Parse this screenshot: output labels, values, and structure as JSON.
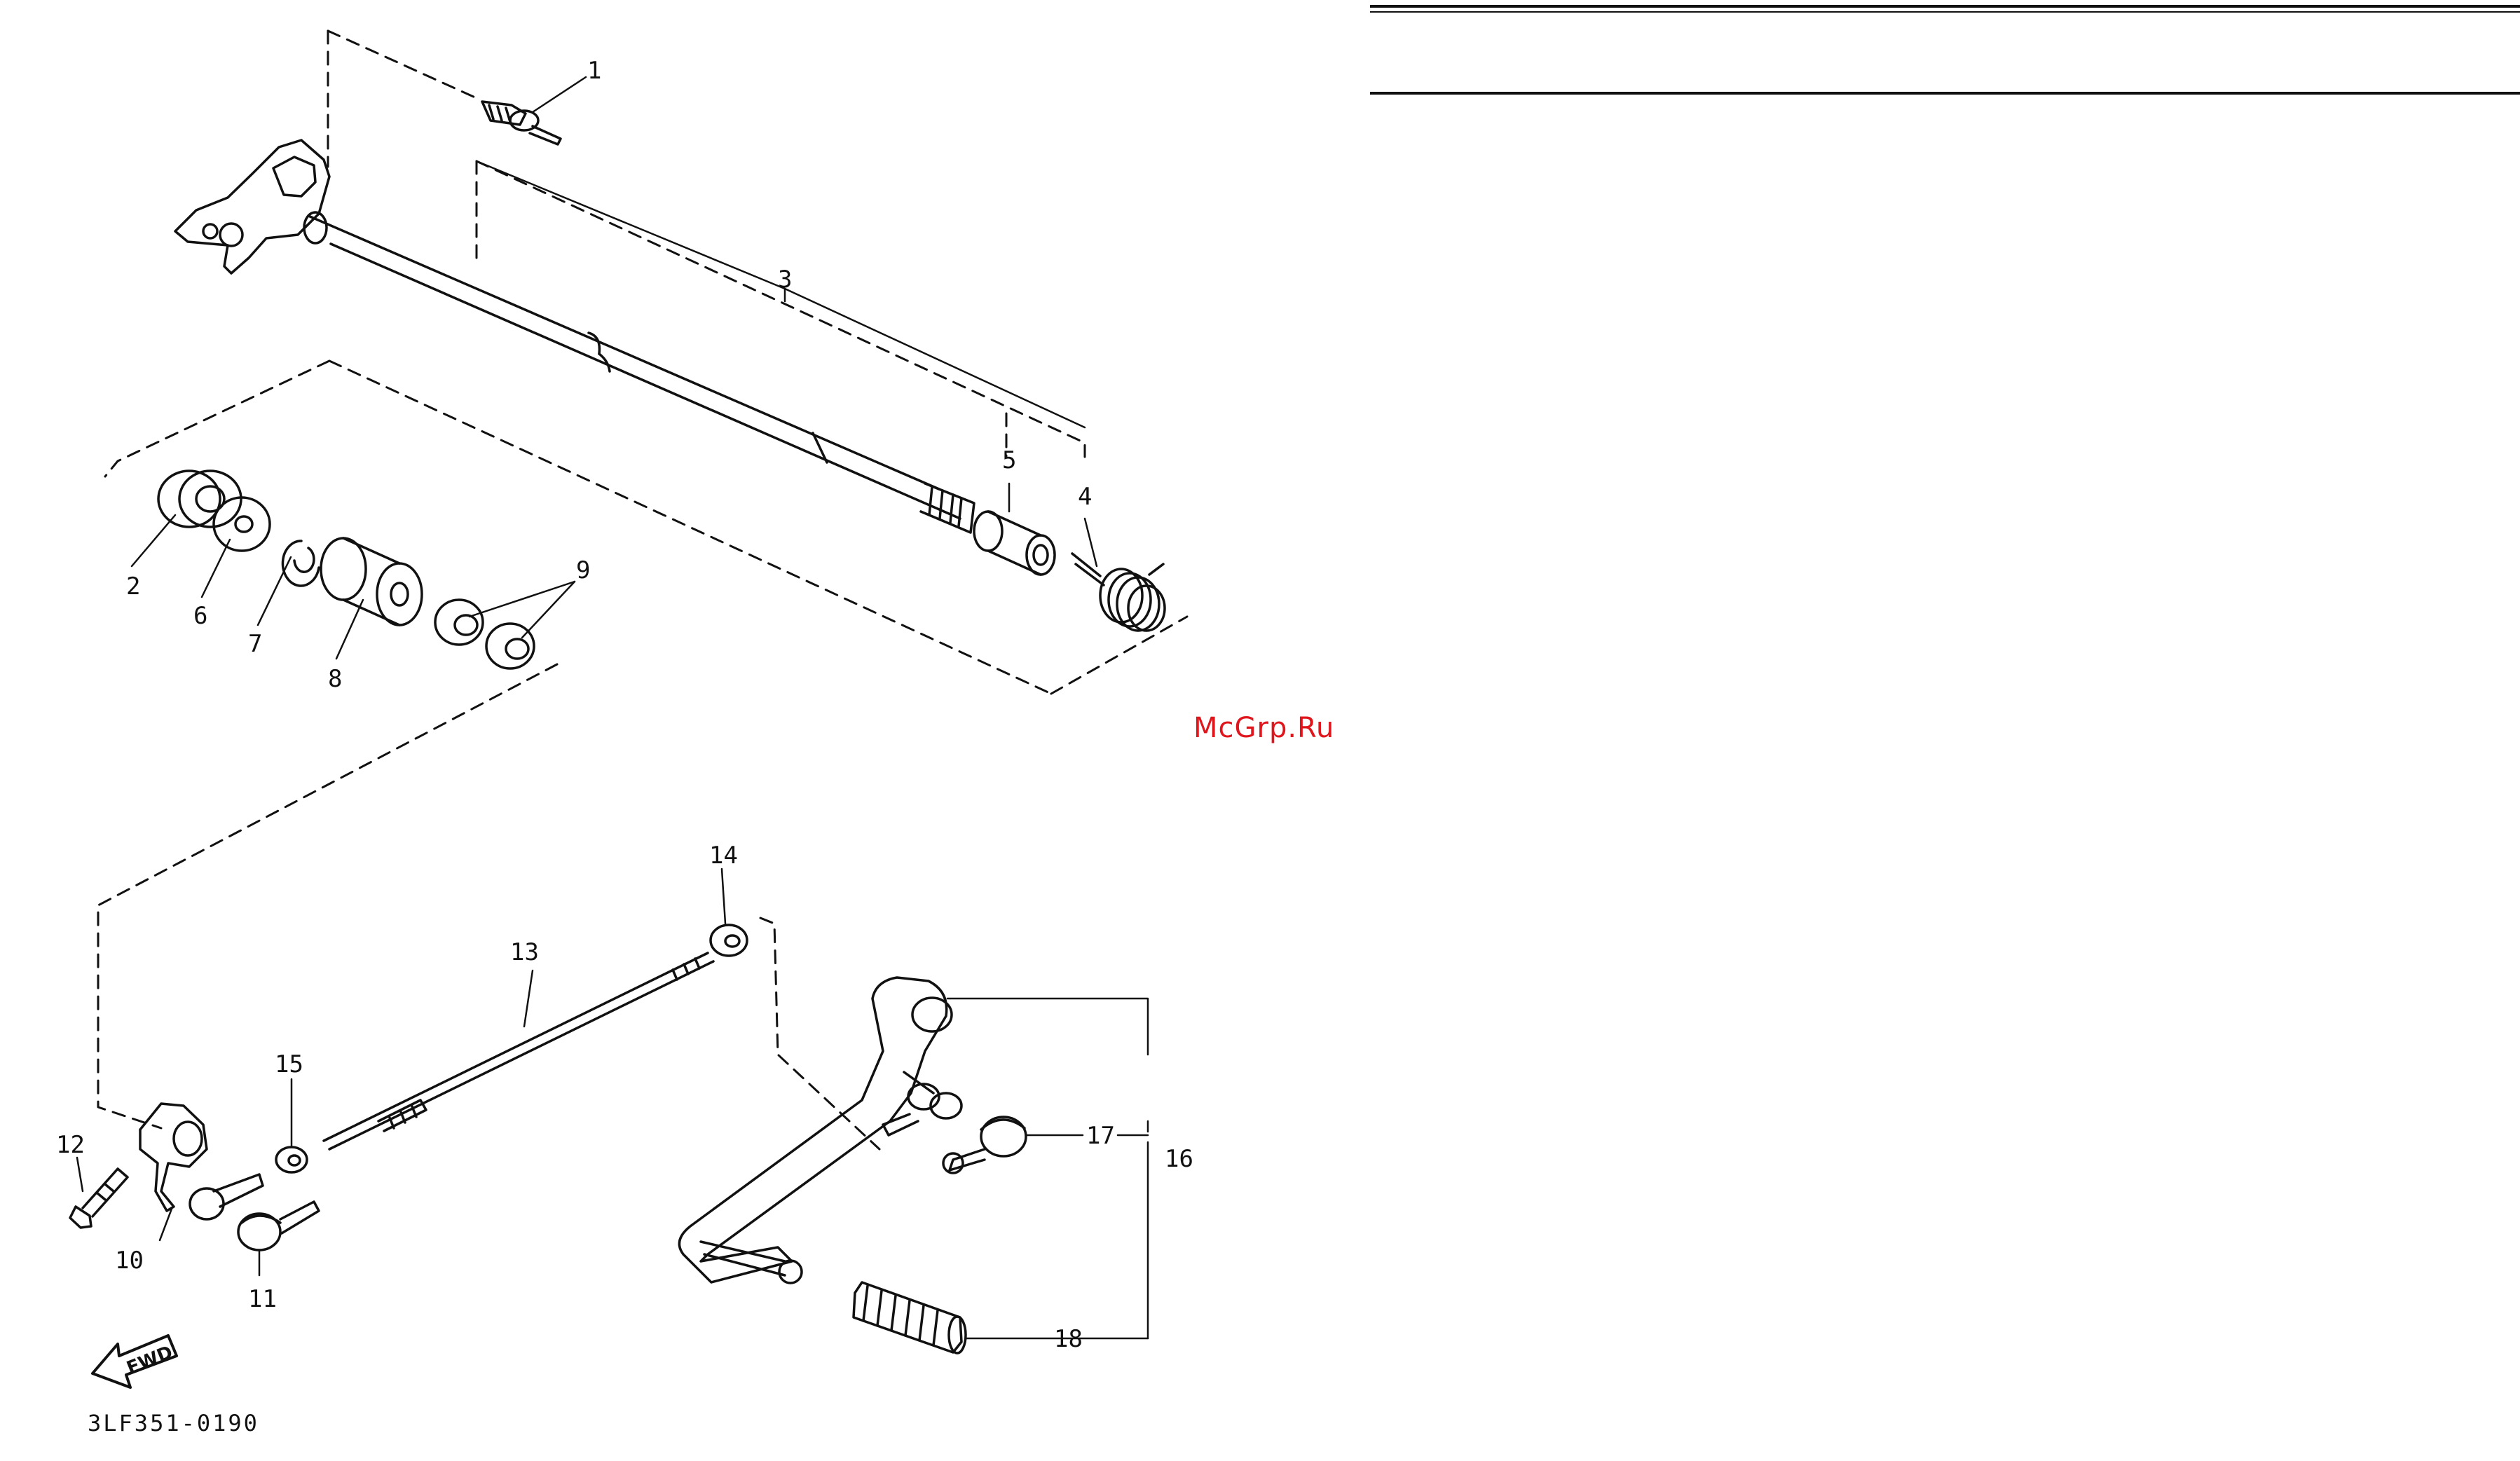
{
  "watermark": "McGrp.Ru",
  "diagram_code": "3LF351-0190",
  "fwd_label": "FWD",
  "callouts": {
    "c1": "1",
    "c2": "2",
    "c3": "3",
    "c4": "4",
    "c5": "5",
    "c6": "6",
    "c7": "7",
    "c8": "8",
    "c9": "9",
    "c10": "10",
    "c11": "11",
    "c12": "12",
    "c13": "13",
    "c14": "14",
    "c15": "15",
    "c16": "16",
    "c17": "17",
    "c18": "18"
  }
}
